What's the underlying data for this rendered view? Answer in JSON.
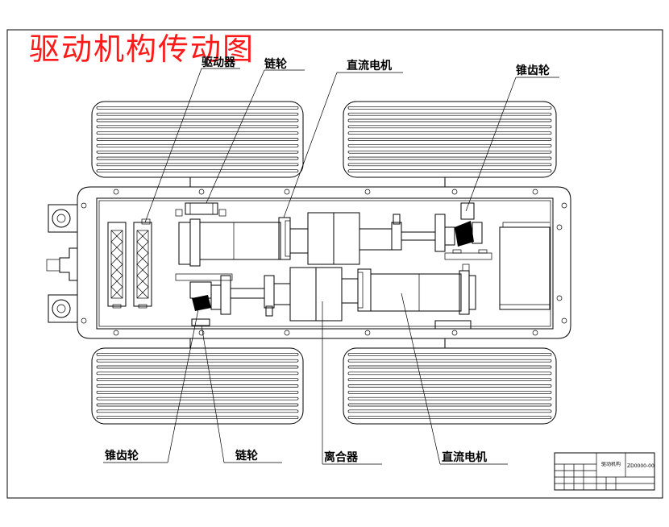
{
  "title": "驱动机构传动图",
  "labels": {
    "driver": "驱动器",
    "sprocket_top": "链轮",
    "dc_motor_top": "直流电机",
    "bevel_top": "锥齿轮",
    "bevel_bottom": "锥齿轮",
    "sprocket_bottom": "链轮",
    "clutch": "离合器",
    "dc_motor_bottom": "直流电机"
  },
  "title_block": {
    "name": "驱动机构",
    "drawing_no": "ZD0000-00"
  },
  "colors": {
    "title": "#ff1a1a",
    "lines": "#000000",
    "background": "#ffffff"
  }
}
